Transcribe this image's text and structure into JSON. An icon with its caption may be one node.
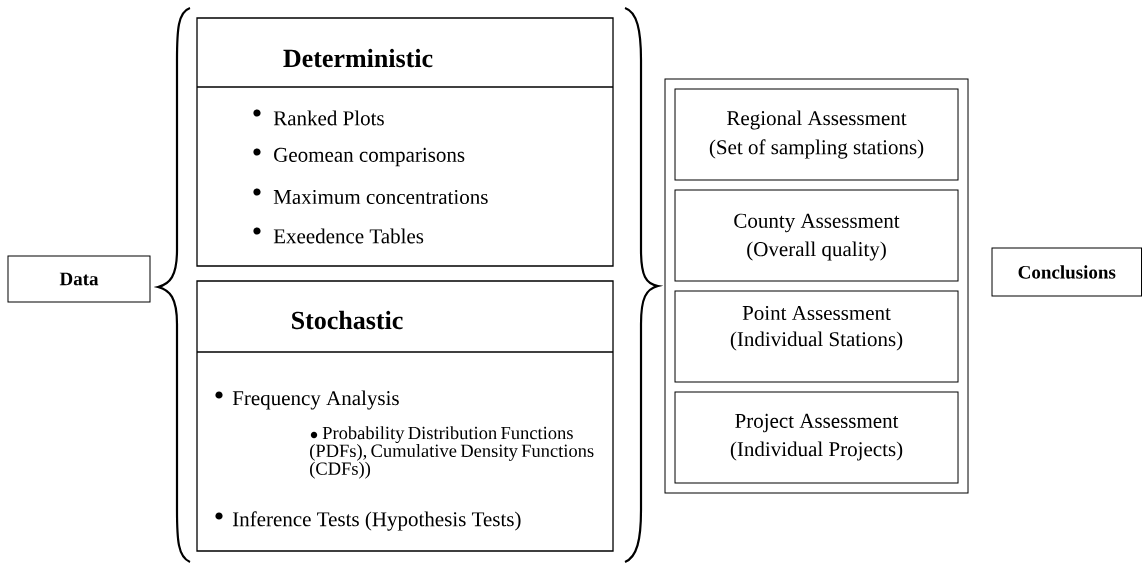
{
  "diagram": {
    "nodes": [
      {
        "text": [
          "Data"
        ]
      },
      {
        "text": [
          "Deterministic",
          "Ranked Plots",
          "Geomean comparisons",
          "Maximum concentrations",
          "Exeedence Tables"
        ]
      },
      {
        "text": [
          "Stochastic",
          "Frequency Analysis",
          "Probability Distribution Functions (PDFs),  Cumulative Density Functions (CDFs))",
          "Inference Tests (Hypothesis Tests)"
        ]
      },
      {
        "text": [],
        "shape": "box"
      },
      {
        "text": [
          "Regional Assessment",
          "(Set of sampling stations)"
        ],
        "in": 3
      },
      {
        "text": [
          "County Assessment",
          "(Overall quality)"
        ],
        "in": 3
      },
      {
        "text": [
          "Point Assessment",
          "(Individual Stations)"
        ],
        "in": 3
      },
      {
        "text": [
          "Project Assessment",
          "(Individual Projects)"
        ],
        "in": 3
      },
      {
        "text": [
          "Conclusions"
        ]
      }
    ]
  }
}
